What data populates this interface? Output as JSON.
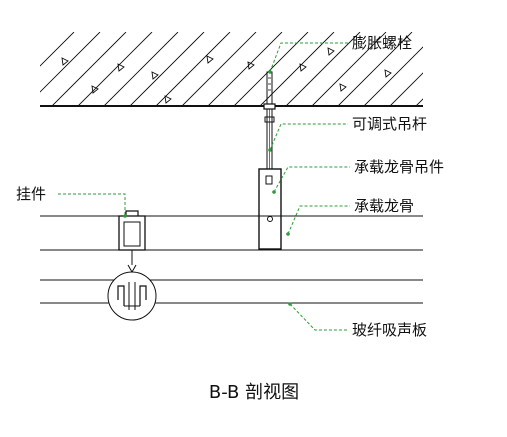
{
  "labels": {
    "expansion_bolt": "膨胀螺栓",
    "adjustable_rod": "可调式吊杆",
    "main_keel_hanger": "承载龙骨吊件",
    "main_keel": "承载龙骨",
    "clip": "挂件",
    "glass_fiber_panel": "玻纤吸声板"
  },
  "title": "B-B  剖视图",
  "colors": {
    "line": "#111111",
    "leader": "#2e9b3a",
    "hatch": "#111111"
  }
}
